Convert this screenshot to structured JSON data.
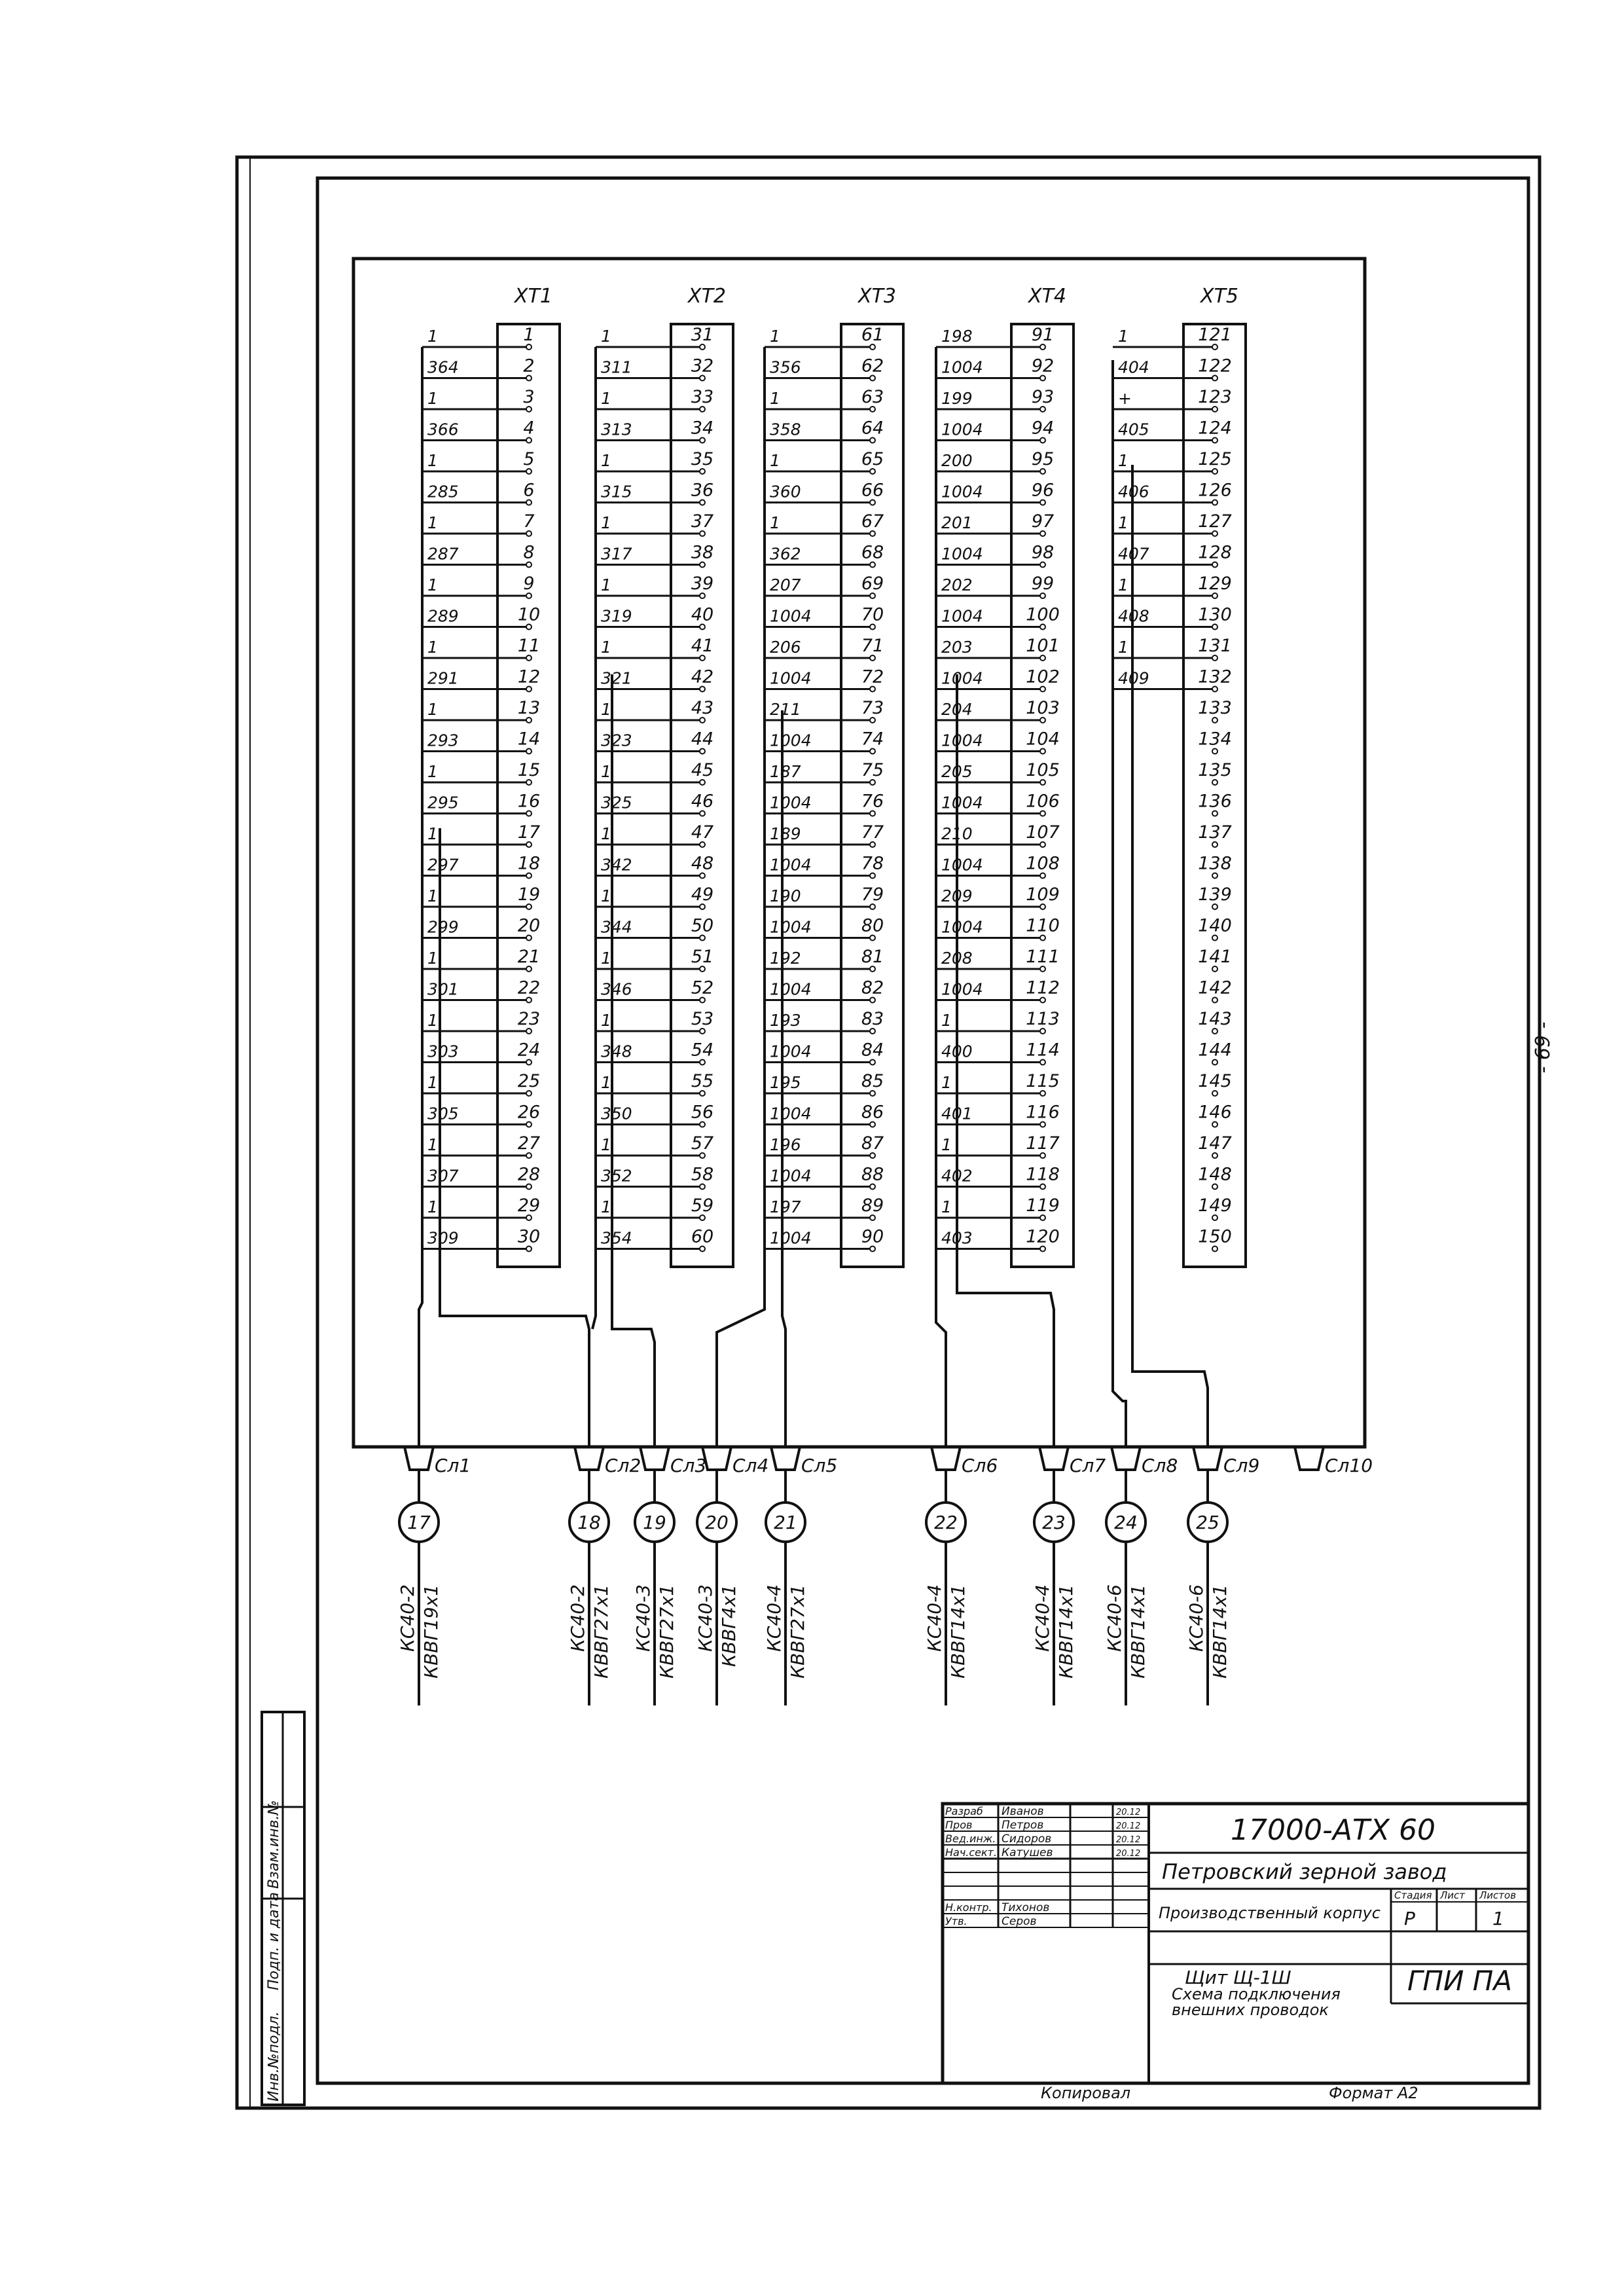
{
  "terminal_blocks": [
    {
      "name": "XT1",
      "pins": [
        "1",
        "2",
        "3",
        "4",
        "5",
        "6",
        "7",
        "8",
        "9",
        "10",
        "11",
        "12",
        "13",
        "14",
        "15",
        "16",
        "17",
        "18",
        "19",
        "20",
        "21",
        "22",
        "23",
        "24",
        "25",
        "26",
        "27",
        "28",
        "29",
        "30"
      ],
      "wires": [
        "1",
        "364",
        "1",
        "366",
        "1",
        "285",
        "1",
        "287",
        "1",
        "289",
        "1",
        "291",
        "1",
        "293",
        "1",
        "295",
        "1",
        "297",
        "1",
        "299",
        "1",
        "301",
        "1",
        "303",
        "1",
        "305",
        "1",
        "307",
        "1",
        "309"
      ]
    },
    {
      "name": "XT2",
      "pins": [
        "31",
        "32",
        "33",
        "34",
        "35",
        "36",
        "37",
        "38",
        "39",
        "40",
        "41",
        "42",
        "43",
        "44",
        "45",
        "46",
        "47",
        "48",
        "49",
        "50",
        "51",
        "52",
        "53",
        "54",
        "55",
        "56",
        "57",
        "58",
        "59",
        "60"
      ],
      "wires": [
        "1",
        "311",
        "1",
        "313",
        "1",
        "315",
        "1",
        "317",
        "1",
        "319",
        "1",
        "321",
        "1",
        "323",
        "1",
        "325",
        "1",
        "342",
        "1",
        "344",
        "1",
        "346",
        "1",
        "348",
        "1",
        "350",
        "1",
        "352",
        "1",
        "354"
      ]
    },
    {
      "name": "XT3",
      "pins": [
        "61",
        "62",
        "63",
        "64",
        "65",
        "66",
        "67",
        "68",
        "69",
        "70",
        "71",
        "72",
        "73",
        "74",
        "75",
        "76",
        "77",
        "78",
        "79",
        "80",
        "81",
        "82",
        "83",
        "84",
        "85",
        "86",
        "87",
        "88",
        "89",
        "90"
      ],
      "wires": [
        "1",
        "356",
        "1",
        "358",
        "1",
        "360",
        "1",
        "362",
        "207",
        "1004",
        "206",
        "1004",
        "211",
        "1004",
        "187",
        "1004",
        "189",
        "1004",
        "190",
        "1004",
        "192",
        "1004",
        "193",
        "1004",
        "195",
        "1004",
        "196",
        "1004",
        "197",
        "1004"
      ]
    },
    {
      "name": "XT4",
      "pins": [
        "91",
        "92",
        "93",
        "94",
        "95",
        "96",
        "97",
        "98",
        "99",
        "100",
        "101",
        "102",
        "103",
        "104",
        "105",
        "106",
        "107",
        "108",
        "109",
        "110",
        "111",
        "112",
        "113",
        "114",
        "115",
        "116",
        "117",
        "118",
        "119",
        "120"
      ],
      "wires": [
        "198",
        "1004",
        "199",
        "1004",
        "200",
        "1004",
        "201",
        "1004",
        "202",
        "1004",
        "203",
        "1004",
        "204",
        "1004",
        "205",
        "1004",
        "210",
        "1004",
        "209",
        "1004",
        "208",
        "1004",
        "1",
        "400",
        "1",
        "401",
        "1",
        "402",
        "1",
        "403"
      ]
    },
    {
      "name": "XT5",
      "pins": [
        "121",
        "122",
        "123",
        "124",
        "125",
        "126",
        "127",
        "128",
        "129",
        "130",
        "131",
        "132",
        "133",
        "134",
        "135",
        "136",
        "137",
        "138",
        "139",
        "140",
        "141",
        "142",
        "143",
        "144",
        "145",
        "146",
        "147",
        "148",
        "149",
        "150"
      ],
      "wires": [
        "1",
        "404",
        "+",
        "405",
        "1",
        "406",
        "1",
        "407",
        "1",
        "408",
        "1",
        "409",
        "",
        "",
        "",
        "",
        "",
        "",
        "",
        "",
        "",
        "",
        "",
        "",
        "",
        "",
        "",
        "",
        "",
        ""
      ]
    }
  ],
  "glands": [
    "Сл1",
    "Сл2",
    "Сл3",
    "Сл4",
    "Сл5",
    "Сл6",
    "Сл7",
    "Сл8",
    "Сл9",
    "Сл10"
  ],
  "cables": [
    {
      "num": "17",
      "mark": "КС40-2",
      "type": "КВВГ19х1"
    },
    {
      "num": "18",
      "mark": "КС40-2",
      "type": "КВВГ27х1"
    },
    {
      "num": "19",
      "mark": "КС40-3",
      "type": "КВВГ27х1"
    },
    {
      "num": "20",
      "mark": "КС40-3",
      "type": "КВВГ4х1"
    },
    {
      "num": "21",
      "mark": "КС40-4",
      "type": "КВВГ27х1"
    },
    {
      "num": "22",
      "mark": "КС40-4",
      "type": "КВВГ14х1"
    },
    {
      "num": "23",
      "mark": "КС40-4",
      "type": "КВВГ14х1"
    },
    {
      "num": "24",
      "mark": "КС40-6",
      "type": "КВВГ14х1"
    },
    {
      "num": "25",
      "mark": "КС40-6",
      "type": "КВВГ14х1"
    }
  ],
  "side_strip": [
    "Инв.№подл.",
    "Подп. и дата",
    "Взам.инв.№"
  ],
  "page_number": "- 69 -",
  "title_block": {
    "drawing_code": "17000-АТХ 60",
    "plant": "Петровский зерной завод",
    "building": "Производственный корпус",
    "sheet_title": [
      "Щит Щ-1Ш",
      "Схема подключения",
      "внешних проводок"
    ],
    "org": "ГПИ ПА",
    "stage_hdr": "Стадия",
    "sheet_hdr": "Лист",
    "sheets_hdr": "Листов",
    "stage": "Р",
    "sheets": "1",
    "copied": "Копировал",
    "format": "Формат А2",
    "staff": [
      {
        "role": "Разраб",
        "name": "Иванов",
        "sign": "",
        "date": "20.12"
      },
      {
        "role": "Пров",
        "name": "Петров",
        "sign": "",
        "date": "20.12"
      },
      {
        "role": "Вед.инж.",
        "name": "Сидоров",
        "sign": "",
        "date": "20.12"
      },
      {
        "role": "Нач.сект.",
        "name": "Катушев",
        "sign": "",
        "date": "20.12"
      },
      {
        "role": "",
        "name": "",
        "sign": "",
        "date": ""
      },
      {
        "role": "",
        "name": "",
        "sign": "",
        "date": ""
      },
      {
        "role": "",
        "name": "",
        "sign": "",
        "date": ""
      },
      {
        "role": "Н.контр.",
        "name": "Тихонов",
        "sign": "",
        "date": ""
      },
      {
        "role": "Утв.",
        "name": "Серов",
        "sign": "",
        "date": ""
      }
    ]
  }
}
